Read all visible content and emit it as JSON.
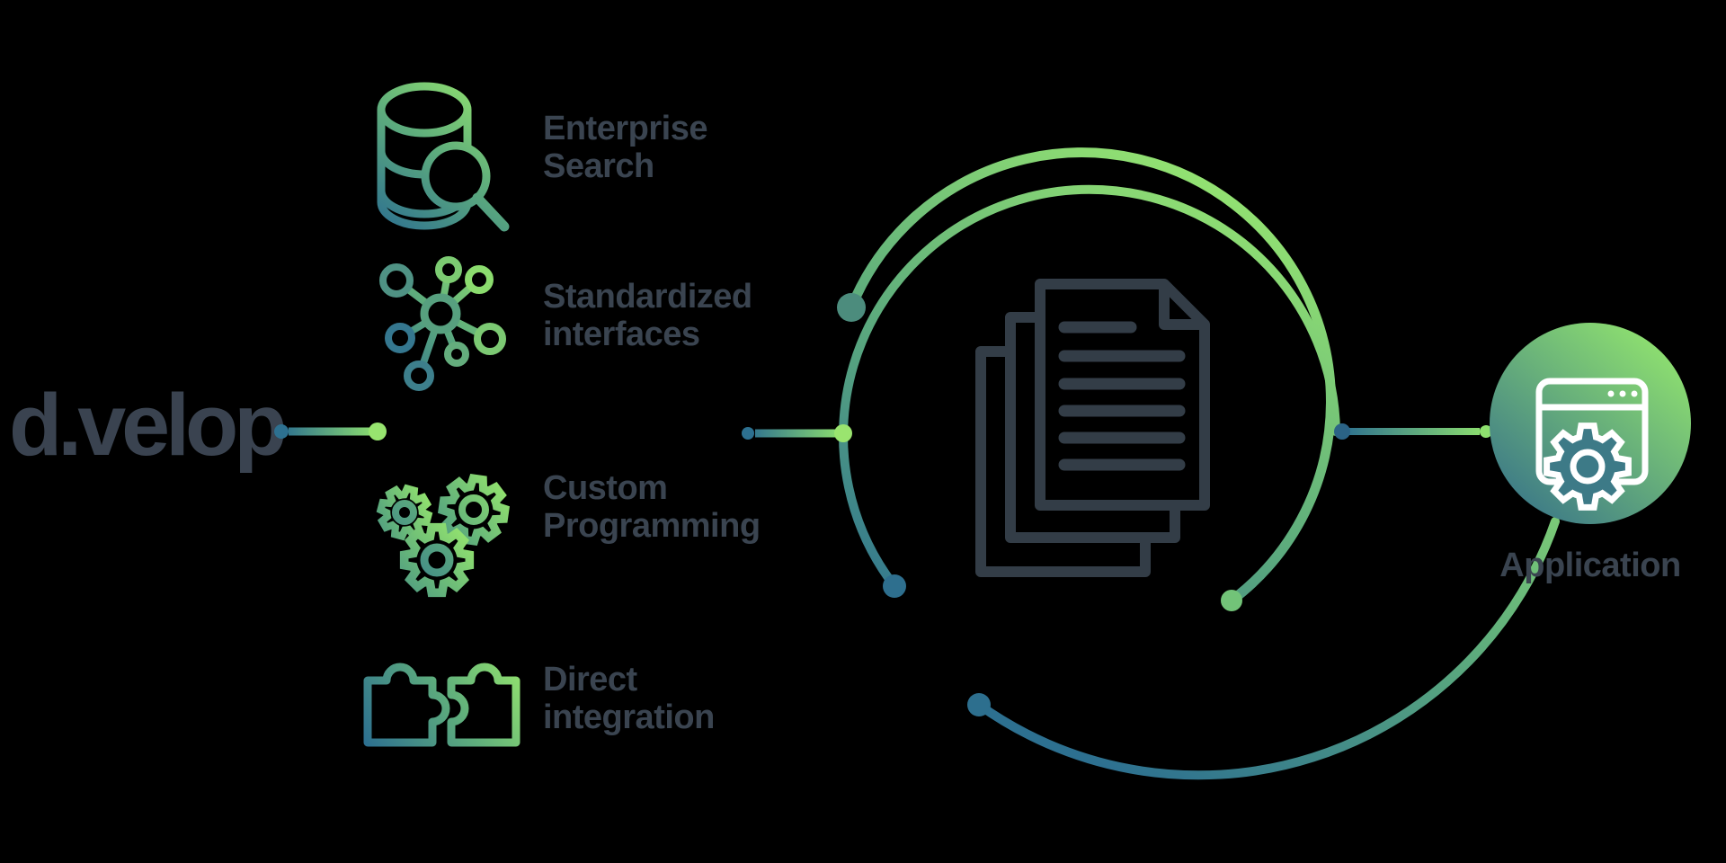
{
  "canvas": {
    "background": "#000000"
  },
  "brand": {
    "logo_text": "d.velop"
  },
  "palette": {
    "slate_text": "#3a4450",
    "document_icon": "#333d47",
    "teal": "#2d7090",
    "green": "#8ee06e",
    "bubble_green": "#90e26f",
    "bubble_teal": "#3d7a87"
  },
  "capabilities": [
    {
      "label_line1": "Enterprise",
      "label_line2": "Search",
      "icon": "database-search-icon"
    },
    {
      "label_line1": "Standardized",
      "label_line2": "interfaces",
      "icon": "network-hub-icon"
    },
    {
      "label_line1": "Custom",
      "label_line2": "Programming",
      "icon": "gears-icon"
    },
    {
      "label_line1": "Direct",
      "label_line2": "integration",
      "icon": "puzzle-pieces-icon"
    }
  ],
  "center": {
    "icon": "document-stack-icon"
  },
  "application": {
    "label": "Application",
    "icon": "app-window-gear-icon"
  }
}
